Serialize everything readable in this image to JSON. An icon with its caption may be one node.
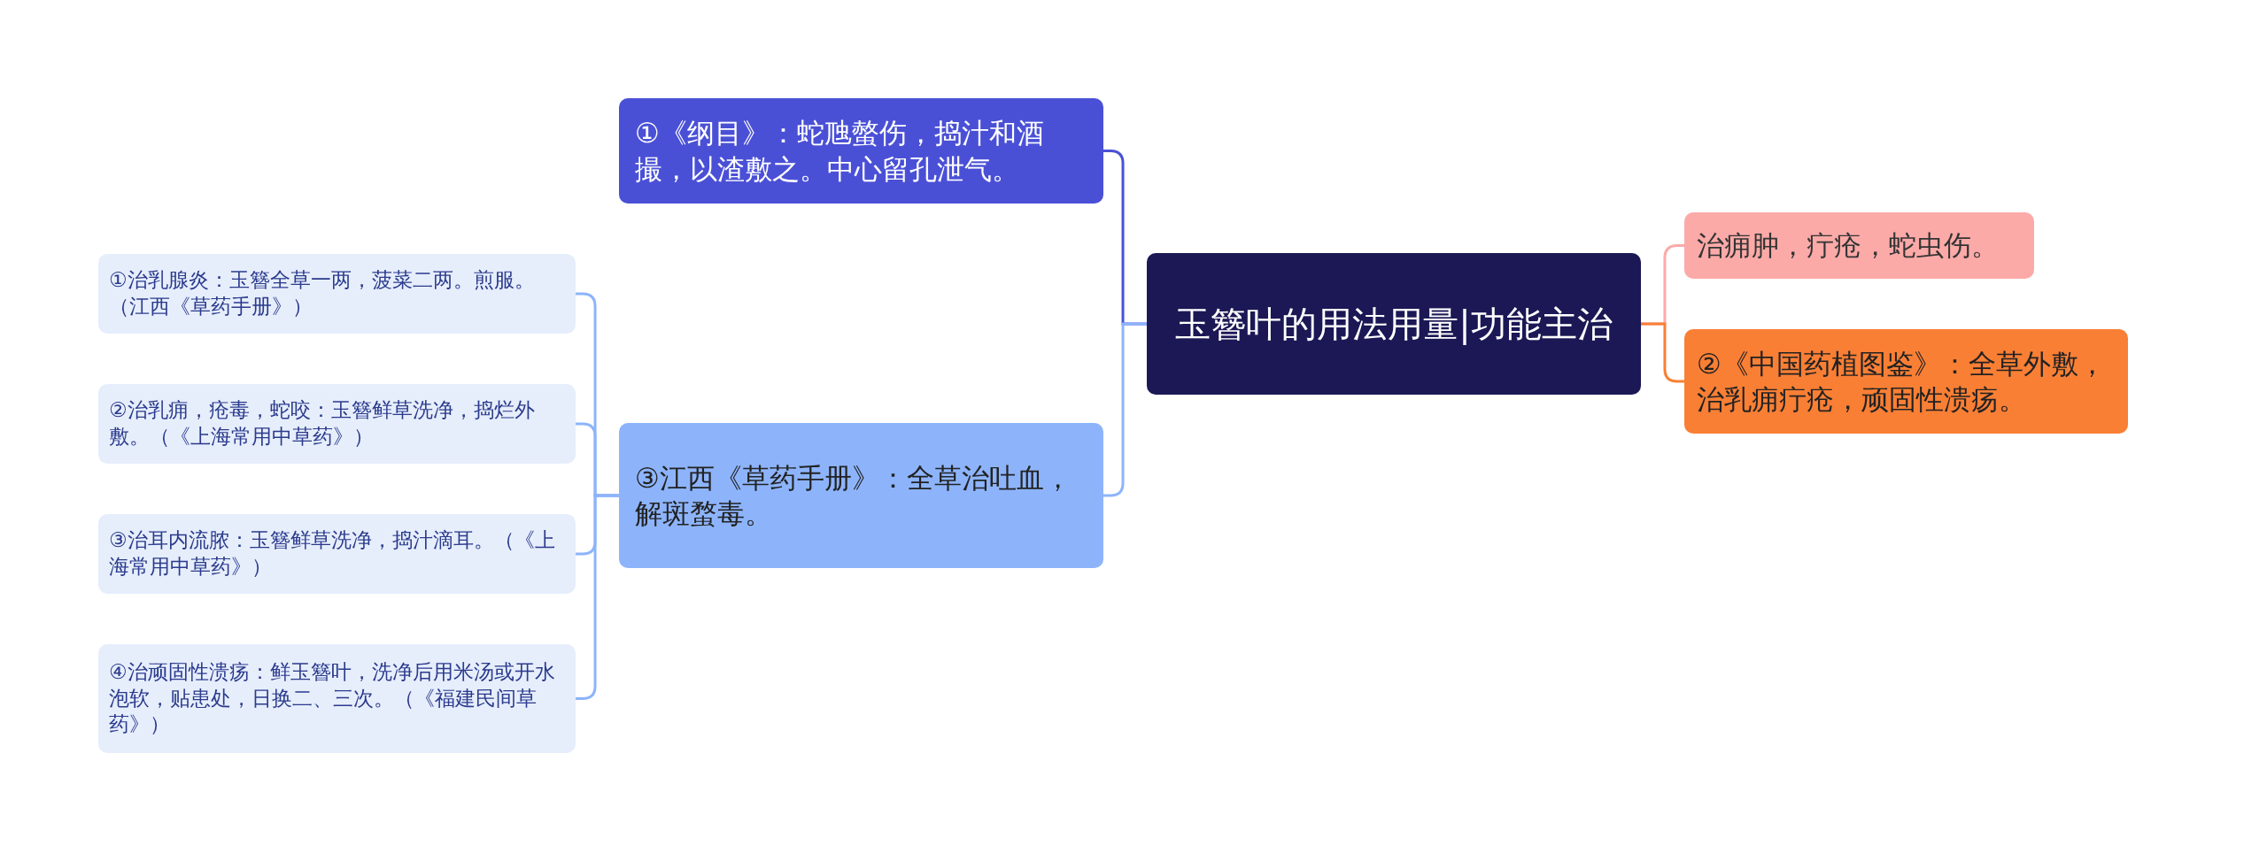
{
  "diagram": {
    "nodes": [
      {
        "text": [
          "玉簪叶的用法用量|功能主治"
        ]
      },
      {
        "text": [
          "①《纲目》：蛇虺螫伤，捣汁和酒撮，以渣敷之。中心留孔泄气。"
        ]
      },
      {
        "text": [
          "③江西《草药手册》：全草治吐血，解斑蝥毒。"
        ]
      },
      {
        "text": [
          "①治乳腺炎：玉簪全草一两，菠菜二两。煎服。（江西《草药手册》）"
        ]
      },
      {
        "text": [
          "②治乳痈，疮毒，蛇咬：玉簪鲜草洗净，捣烂外敷。（《上海常用中草药》）"
        ]
      },
      {
        "text": [
          "③治耳内流脓：玉簪鲜草洗净，捣汁滴耳。（《上海常用中草药》）"
        ]
      },
      {
        "text": [
          "④治顽固性溃疡：鲜玉簪叶，洗净后用米汤或开水泡软，贴患处，日换二、三次。（《福建民间草药》）"
        ]
      },
      {
        "text": [
          "治痈肿，疔疮，蛇虫伤。"
        ]
      },
      {
        "text": [
          "②《中国药植图鉴》：全草外敷，治乳痈疔疮，顽固性溃疡。"
        ]
      }
    ],
    "edges": [
      {
        "from": 0,
        "to": 1,
        "arrow": "none",
        "color": "#4a50d6"
      },
      {
        "from": 0,
        "to": 2,
        "arrow": "none"
      },
      {
        "from": 2,
        "to": 3,
        "arrow": "none"
      },
      {
        "from": 2,
        "to": 4,
        "arrow": "none"
      },
      {
        "from": 2,
        "to": 5,
        "arrow": "none"
      },
      {
        "from": 2,
        "to": 6,
        "arrow": "none"
      },
      {
        "from": 0,
        "to": 7,
        "arrow": "none",
        "color": "#fbaaa8"
      },
      {
        "from": 0,
        "to": 8,
        "arrow": "none",
        "color": "#f97f35"
      }
    ]
  }
}
